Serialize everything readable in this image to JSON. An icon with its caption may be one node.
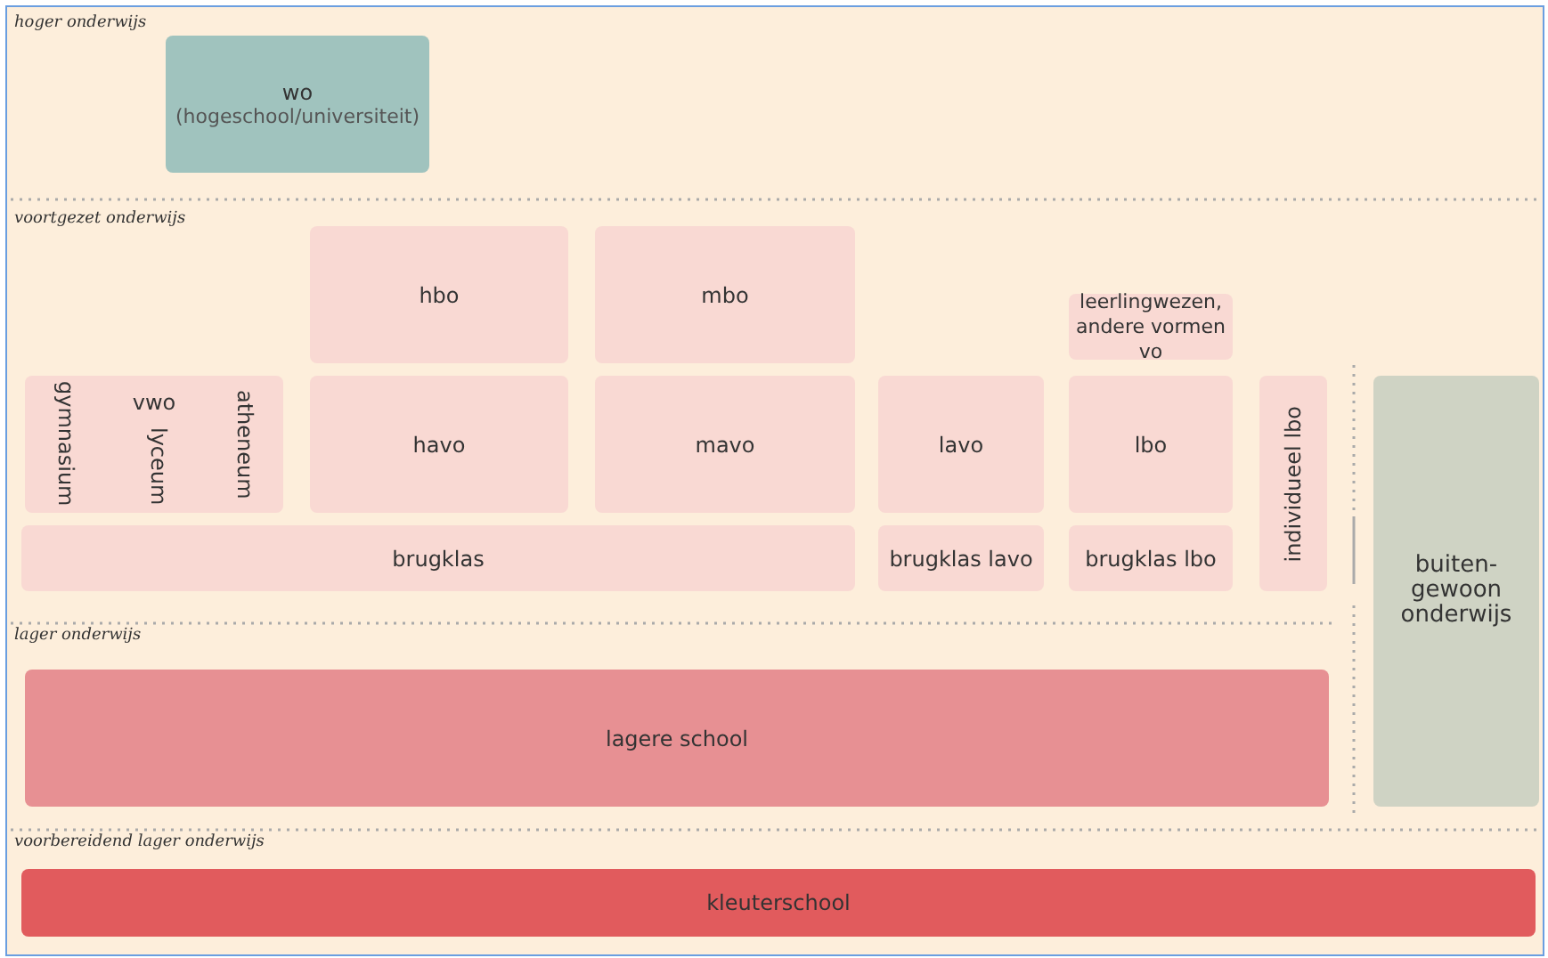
{
  "diagram": {
    "nodes": [
      {
        "text": [
          "wo",
          "(hogeschool/universiteit)"
        ]
      },
      {
        "text": [
          "hbo"
        ]
      },
      {
        "text": [
          "mbo"
        ]
      },
      {
        "text": [
          "leerlingwezen, andere vormen vo"
        ]
      },
      {
        "text": [
          "vwo"
        ]
      },
      {
        "text": [
          "gymnasium"
        ],
        "in": 4
      },
      {
        "text": [
          "lyceum"
        ],
        "in": 4
      },
      {
        "text": [
          "atheneum"
        ],
        "in": 4
      },
      {
        "text": [
          "havo"
        ]
      },
      {
        "text": [
          "mavo"
        ]
      },
      {
        "text": [
          "lavo"
        ]
      },
      {
        "text": [
          "lbo"
        ]
      },
      {
        "text": [
          "individueel lbo"
        ]
      },
      {
        "text": [
          "brugklas"
        ]
      },
      {
        "text": [
          "brugklas lavo"
        ]
      },
      {
        "text": [
          "brugklas lbo"
        ]
      },
      {
        "text": [
          "buiten- gewoon onderwijs"
        ]
      },
      {
        "text": [
          "lagere school"
        ]
      },
      {
        "text": [
          "kleuterschool"
        ]
      }
    ],
    "edges": [],
    "labels": [
      "hoger onderwijs",
      "voortgezet onderwijs",
      "lager onderwijs",
      "voorbereidend lager onderwijs"
    ]
  }
}
